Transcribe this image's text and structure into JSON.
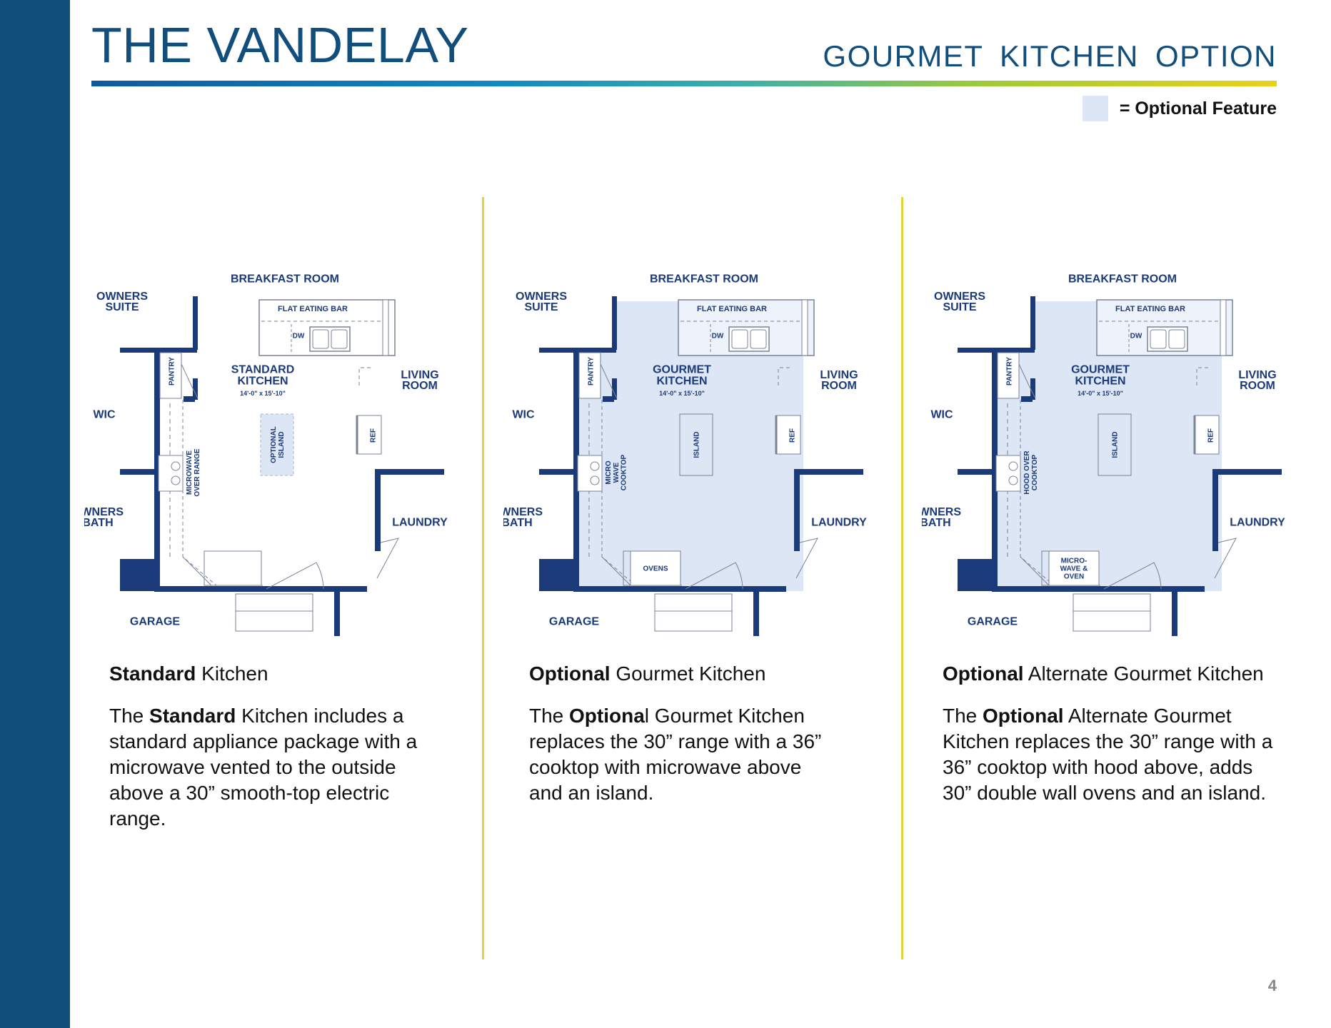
{
  "header": {
    "title": "THE VANDELAY",
    "subtitle": "GOURMET  KITCHEN  OPTION",
    "legend": "= Optional Feature"
  },
  "colors": {
    "brand_blue": "#124e7c",
    "wall_blue": "#1b3a7a",
    "optional_fill": "#dce6f5",
    "divider_yellow": "#e4d33a"
  },
  "plans": [
    {
      "rooms": {
        "breakfast": "BREAKFAST ROOM",
        "owners_suite": [
          "OWNERS",
          "SUITE"
        ],
        "wic": "WIC",
        "owners_bath": [
          "OWNERS",
          "BATH"
        ],
        "living": [
          "LIVING",
          "ROOM"
        ],
        "laundry": "LAUNDRY",
        "garage": "GARAGE"
      },
      "kitchen": [
        "STANDARD",
        "KITCHEN"
      ],
      "dimensions": "14'-0\" x 15'-10\"",
      "labels": {
        "eating_bar": "FLAT EATING BAR",
        "dw": "DW",
        "pantry": "PANTRY",
        "ref": "REF",
        "island": [
          "OPTIONAL",
          "ISLAND"
        ],
        "appliance": [
          "MICROWAVE",
          "OVER RANGE"
        ],
        "bottom_appliance": []
      }
    },
    {
      "rooms": {
        "breakfast": "BREAKFAST ROOM",
        "owners_suite": [
          "OWNERS",
          "SUITE"
        ],
        "wic": "WIC",
        "owners_bath": [
          "OWNERS",
          "BATH"
        ],
        "living": [
          "LIVING",
          "ROOM"
        ],
        "laundry": "LAUNDRY",
        "garage": "GARAGE"
      },
      "kitchen": [
        "GOURMET",
        "KITCHEN"
      ],
      "dimensions": "14'-0\" x 15'-10\"",
      "labels": {
        "eating_bar": "FLAT EATING BAR",
        "dw": "DW",
        "pantry": "PANTRY",
        "ref": "REF",
        "island": [
          "ISLAND"
        ],
        "appliance": [
          "MICRO",
          "WAVE"
        ],
        "cooktop": "COOKTOP",
        "bottom_appliance": [
          "OVENS"
        ]
      }
    },
    {
      "rooms": {
        "breakfast": "BREAKFAST ROOM",
        "owners_suite": [
          "OWNERS",
          "SUITE"
        ],
        "wic": "WIC",
        "owners_bath": [
          "OWNERS",
          "BATH"
        ],
        "living": [
          "LIVING",
          "ROOM"
        ],
        "laundry": "LAUNDRY",
        "garage": "GARAGE"
      },
      "kitchen": [
        "GOURMET",
        "KITCHEN"
      ],
      "dimensions": "14'-0\" x 15'-10\"",
      "labels": {
        "eating_bar": "FLAT EATING BAR",
        "dw": "DW",
        "pantry": "PANTRY",
        "ref": "REF",
        "island": [
          "ISLAND"
        ],
        "appliance": [
          "HOOD OVER",
          "COOKTOP"
        ],
        "bottom_appliance": [
          "MICRO-",
          "WAVE &",
          "OVEN"
        ]
      }
    }
  ],
  "cards": [
    {
      "heading_bold": "Standard",
      "heading_rest": " Kitchen",
      "body_pre": "The ",
      "body_bold": "Standard",
      "body_rest": " Kitchen includes a standard appliance package with a microwave vented to the outside above a 30” smooth-top electric range."
    },
    {
      "heading_bold": "Optional",
      "heading_rest": " Gourmet Kitchen",
      "body_pre": "The ",
      "body_bold": "Optiona",
      "body_rest": "l Gourmet Kitchen replaces the 30” range with a 36” cooktop with microwave above and an island."
    },
    {
      "heading_bold": "Optional",
      "heading_rest": " Alternate Gourmet Kitchen",
      "body_pre": "The ",
      "body_bold": "Optional",
      "body_rest": " Alternate Gourmet Kitchen replaces the 30” range with a 36” cooktop with hood above, adds 30” double wall ovens and an island."
    }
  ],
  "page_number": "4"
}
